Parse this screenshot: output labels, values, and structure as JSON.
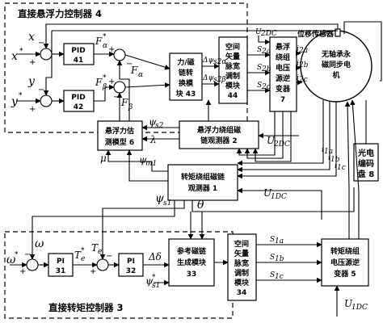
{
  "controllers": {
    "suspension_title": "直接悬浮力控制器 4",
    "torque_title": "直接转矩控制器 3"
  },
  "blocks": {
    "pid41": [
      "PID",
      "41"
    ],
    "pid42": [
      "PID",
      "42"
    ],
    "force_flux": [
      "力/磁",
      "链转",
      "换模",
      "块 43"
    ],
    "svpwm44": [
      "空间",
      "矢量",
      "脉宽",
      "调制",
      "模块",
      "44"
    ],
    "susp_inverter": [
      "悬浮",
      "绕组",
      "电压",
      "源逆",
      "变器",
      "7"
    ],
    "motor": [
      "无轴承永",
      "磁同步电",
      "机"
    ],
    "estimator": [
      "悬浮力估",
      "测模型 6"
    ],
    "susp_observer": [
      "悬浮力绕组磁",
      "链观测器 2"
    ],
    "torque_observer": [
      "转矩绕组磁链",
      "观测器 1"
    ],
    "pi31": [
      "PI",
      "31"
    ],
    "pi32": [
      "PI",
      "32"
    ],
    "ref_flux": [
      "参考磁链",
      "生成模块",
      "33"
    ],
    "svpwm34": [
      "空间",
      "矢量",
      "脉宽",
      "调制",
      "模块",
      "34"
    ],
    "torque_inverter": [
      "转矩绕组",
      "电压源逆",
      "变器 5"
    ],
    "encoder": [
      "光电",
      "编码",
      "盘 8"
    ]
  },
  "labels": {
    "displacement_sensor": "位移传感器",
    "u2dc": "U",
    "u2dc_sub": "2DC",
    "u1dc": "U",
    "u1dc_sub": "1DC",
    "x": "x",
    "x_ref": "x",
    "y": "y",
    "y_ref": "y",
    "f_alpha_ref": "F",
    "f_beta_ref": "F",
    "f_alpha": "F",
    "f_beta": "F",
    "alpha_sub": "α",
    "beta_sub": "β",
    "delta_psi": "Δψ",
    "psi_s2_sub_a": "s2α",
    "psi_s2_sub_b": "s2β",
    "psi_s2": "ψ",
    "s2_sub": "s2",
    "lambda": "λ",
    "mu": "μ",
    "psi_m1": "ψ",
    "m1_sub": "m1",
    "psi_s1": "ψ",
    "s1_sub": "s1",
    "theta": "θ",
    "omega": "ω",
    "omega_ref": "ω",
    "te_ref": "T",
    "te": "T",
    "e_sub": "e",
    "delta_delta": "Δδ",
    "psi_s1_ref": "ψ",
    "s_letter": "S",
    "s2a": "2a",
    "s2b": "2b",
    "s2c": "2c",
    "s1a": "1a",
    "s1b": "1b",
    "s1c": "1c",
    "i_letter": "i",
    "i2a": "2a",
    "i2b": "2b",
    "i2c": "2c",
    "i1a": "1a",
    "i1b": "1b",
    "i1c": "1c",
    "star": "*",
    "plus": "+",
    "minus": "−"
  }
}
